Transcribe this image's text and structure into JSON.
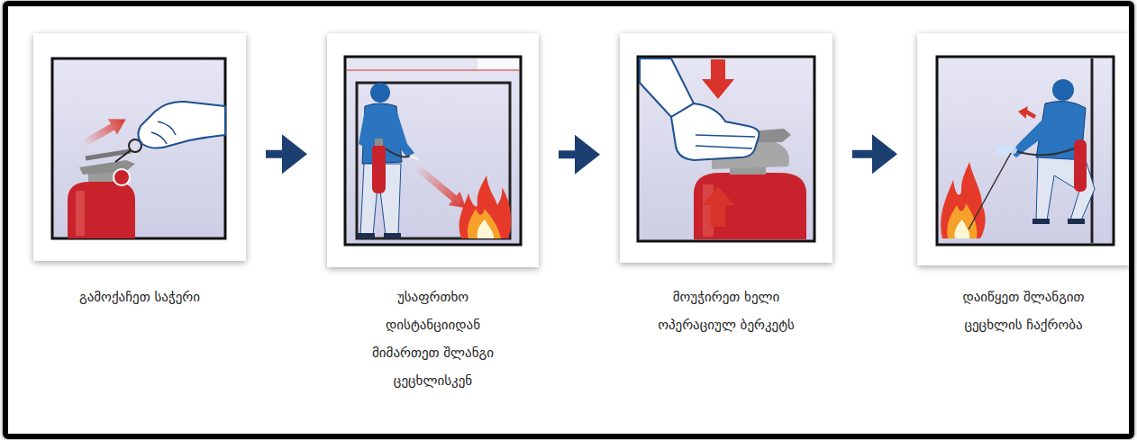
{
  "diagram": {
    "nodes": [
      {
        "text": [
          "გამოქაჩეთ საჭერი"
        ]
      },
      {
        "text": [
          "უსაფრთხო დისტანციიდან მიმართეთ შლანგი ცეცხლისკენ"
        ]
      },
      {
        "text": [
          "მოუჭირეთ ხელი ოპერაციულ ბერკეტს"
        ]
      },
      {
        "text": [
          "დაიწყეთ შლანგით ცეცხლის ჩაქრობა"
        ]
      }
    ],
    "edges": [
      {
        "from": 0,
        "to": 1,
        "arrow": "to"
      },
      {
        "from": 1,
        "to": 2,
        "arrow": "to"
      },
      {
        "from": 2,
        "to": 3,
        "arrow": "to"
      }
    ]
  }
}
